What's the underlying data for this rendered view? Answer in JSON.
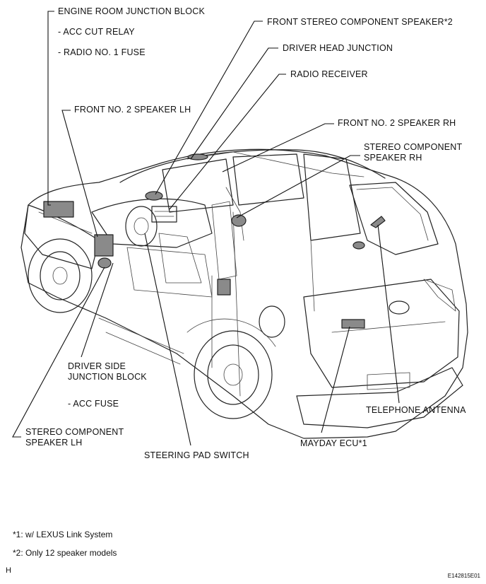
{
  "labels": {
    "engine_room_junction_block": "ENGINE ROOM JUNCTION BLOCK",
    "acc_cut_relay": "- ACC CUT RELAY",
    "radio_no1_fuse": "- RADIO NO. 1 FUSE",
    "front_stereo_component_speaker": "FRONT STEREO COMPONENT SPEAKER*2",
    "driver_head_junction": "DRIVER HEAD JUNCTION",
    "radio_receiver": "RADIO RECEIVER",
    "front_no2_speaker_lh": "FRONT NO. 2 SPEAKER LH",
    "front_no2_speaker_rh": "FRONT NO. 2 SPEAKER RH",
    "stereo_component_speaker_rh": "STEREO COMPONENT SPEAKER RH",
    "driver_side_junction_block": "DRIVER SIDE JUNCTION BLOCK",
    "acc_fuse": "- ACC FUSE",
    "stereo_component_speaker_lh": "STEREO COMPONENT SPEAKER LH",
    "steering_pad_switch": "STEERING PAD SWITCH",
    "mayday_ecu": "MAYDAY ECU*1",
    "telephone_antenna": "TELEPHONE ANTENNA"
  },
  "footnotes": {
    "note1": "*1: w/ LEXUS Link System",
    "note2": "*2: Only 12 speaker models"
  },
  "corner": {
    "letter": "H",
    "figure_code": "E142815E01"
  }
}
